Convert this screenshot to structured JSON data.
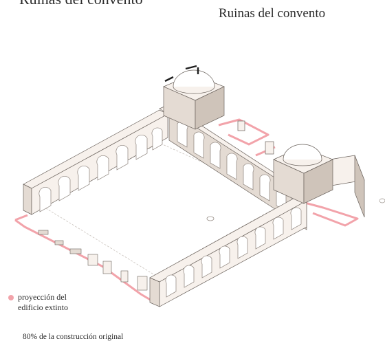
{
  "header": {
    "cut_title": "Ruinas del convento",
    "title": "Ruinas del convento"
  },
  "legend": {
    "line1": "proyección del",
    "line2": "edificio extinto"
  },
  "footnote": "80% de la construcción original",
  "colors": {
    "extinct_projection": "#f2a3aa",
    "wall_light": "#f7f1ec",
    "wall_shade": "#e4dbd3",
    "wall_dark": "#cfc4ba",
    "outline": "#6a625c"
  }
}
